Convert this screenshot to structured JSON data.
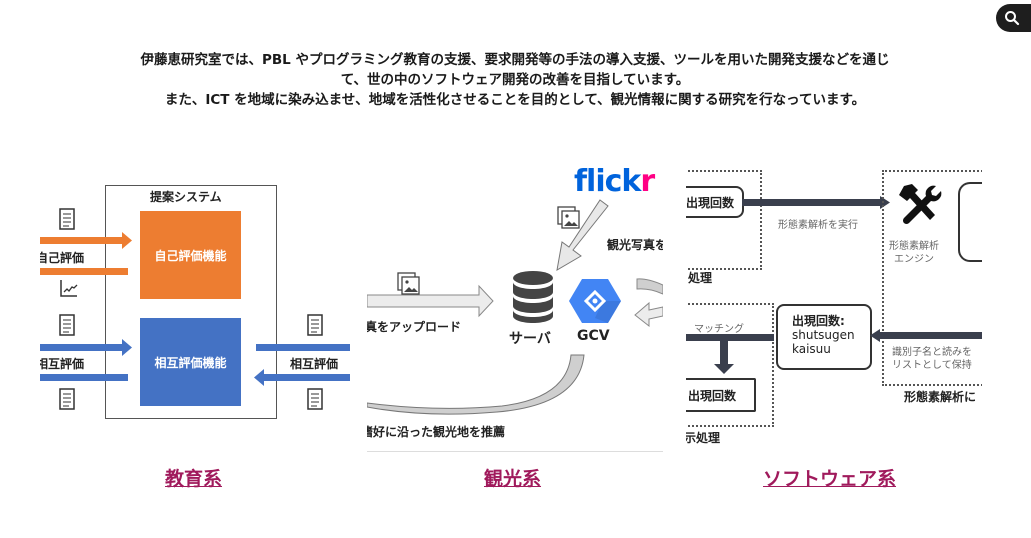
{
  "search": {
    "icon": "search-icon"
  },
  "intro": {
    "line1": "伊藤恵研究室では、PBL やプログラミング教育の支援、要求開発等の手法の導入支援、ツールを用いた開発支援などを通じ",
    "line2": "て、世の中のソフトウェア開発の改善を目指しています。",
    "line3": "また、ICT を地域に染み込ませ、地域を活性化させることを目的として、観光情報に関する研究を行なっています。"
  },
  "education_diagram": {
    "system_title": "提案システム",
    "self_eval_function": "自己評価機能",
    "mutual_eval_function": "相互評価機能",
    "self_eval_label": "自己評価",
    "mutual_eval_label_left": "相互評価",
    "mutual_eval_label_right": "相互評価",
    "colors": {
      "orange": "#ed7d31",
      "blue": "#4472c4"
    }
  },
  "tourism_diagram": {
    "brand": {
      "flick": "flick",
      "r": "r"
    },
    "photo_label": "観光写真を",
    "upload_label": "写真をアップロード",
    "server_label": "サーバ",
    "gcv_label": "GCV",
    "recommend_label": "嗜好に沿った観光地を推薦",
    "colors": {
      "flickr_blue": "#0063dc",
      "flickr_pink": "#ff0084",
      "gcv_blue": "#4285f4"
    }
  },
  "software_diagram": {
    "count_box_top": "出現回数",
    "run_analysis": "形態素解析を実行",
    "engine_label_1": "形態素解析",
    "engine_label_2": "エンジン",
    "process_label_top": "処理",
    "matching": "マッチング",
    "center_box_1": "出現回数:",
    "center_box_2": "shutsugen",
    "center_box_3": "kaisuu",
    "keep_list_1": "識別子名と読みを",
    "keep_list_2": "リストとして保持",
    "count_box_bottom": "出現回数",
    "analysis_group_label": "形態素解析に",
    "display_process_label": "示処理"
  },
  "categories": [
    {
      "label": "教育系"
    },
    {
      "label": "観光系"
    },
    {
      "label": "ソフトウェア系"
    }
  ]
}
